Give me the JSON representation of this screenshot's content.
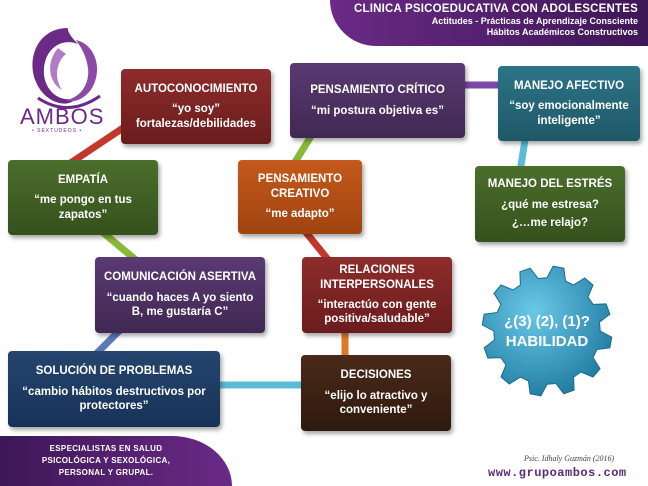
{
  "header": {
    "title": "CLINICA PSICOEDUCATIVA CON ADOLESCENTES",
    "line2": "Actitudes - Prácticas de Aprendizaje Consciente",
    "line3": "Hábitos Académicos Constructivos"
  },
  "logo": {
    "name": "AMBOS",
    "tagline": "• SEXTUDEOS •"
  },
  "nodes": {
    "autoconocimiento": {
      "title": "AUTOCONOCIMIENTO",
      "text": "“yo soy” fortalezas/debilidades"
    },
    "pensamiento_critico": {
      "title": "PENSAMIENTO CRÍTICO",
      "text": "“mi postura objetiva es”"
    },
    "manejo_afectivo": {
      "title": "MANEJO  AFECTIVO",
      "text": "“soy emocionalmente inteligente”"
    },
    "empatia": {
      "title": "EMPATÍA",
      "text": "“me pongo en tus zapatos”"
    },
    "pensamiento_creativo": {
      "title": "PENSAMIENTO CREATIVO",
      "text": "“me adapto”"
    },
    "manejo_estres": {
      "title": "MANEJO DEL ESTRÉS",
      "text": "¿qué me estresa?",
      "text2": "¿…me relajo?"
    },
    "comunicacion": {
      "title": "COMUNICACIÓN ASERTIVA",
      "text": "“cuando haces A yo siento B, me gustaría C”"
    },
    "relaciones": {
      "title": "RELACIONES INTERPERSONALES",
      "text": "“interactúo con gente positiva/saludable”"
    },
    "solucion": {
      "title": "SOLUCIÓN DE PROBLEMAS",
      "text": "“cambio hábitos destructivos por  protectores”"
    },
    "decisiones": {
      "title": "DECISIONES",
      "text": "“elijo lo atractivo y conveniente”"
    }
  },
  "gear": {
    "line1": "¿(3) (2), (1)?",
    "line2": "HABILIDAD"
  },
  "footer": {
    "line1": "ESPECIALISTAS  EN SALUD",
    "line2": "PSICOLÓGICA Y SEXOLÓGICA,",
    "line3": "PERSONAL Y GRUPAL.",
    "signature": "Psic. Idhaly Guzmán (2016)",
    "website": "www.grupoambos.com"
  },
  "colors": {
    "brand_purple": "#6a2a86",
    "maroon": "#7a2424",
    "purple": "#4d3163",
    "teal": "#26677a",
    "green": "#416126",
    "orange": "#b34f16",
    "navy": "#1f3c64",
    "brown": "#3c2214",
    "gear": "#3aa0c8"
  }
}
